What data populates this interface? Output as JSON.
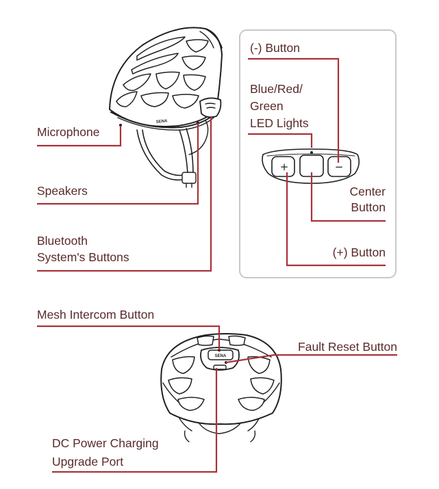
{
  "labels": {
    "microphone": "Microphone",
    "speakers": "Speakers",
    "bluetooth_line1": "Bluetooth",
    "bluetooth_line2": "System's Buttons",
    "minus_button": "(-) Button",
    "led_line1": "Blue/Red/",
    "led_line2": "Green",
    "led_line3": "LED Lights",
    "center_line1": "Center",
    "center_line2": "Button",
    "plus_button": "(+) Button",
    "mesh_intercom": "Mesh Intercom Button",
    "fault_reset": "Fault Reset Button",
    "dc_line1": "DC Power Charging",
    "dc_line2": "Upgrade Port"
  },
  "logos": {
    "helmet_side": "SENA",
    "helmet_back": "SENA"
  },
  "button_symbols": {
    "plus": "+",
    "minus": "−"
  },
  "colors": {
    "leader_line": "#a8323a",
    "label_text": "#5a2a2a",
    "outline": "#1f1f1f",
    "panel_border": "#c8c8c8"
  }
}
